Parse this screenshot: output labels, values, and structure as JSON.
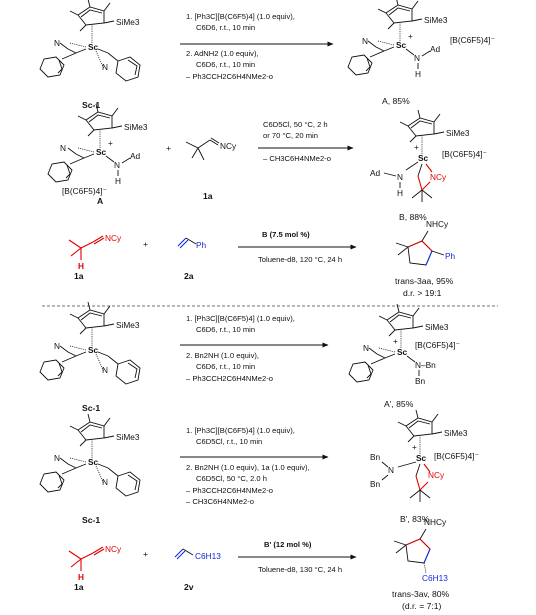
{
  "sc1": {
    "label": "Sc-1",
    "sime3": "SiMe3",
    "sc": "Sc",
    "n": "N"
  },
  "rxn1": {
    "cond1": "1. [Ph3C][B(C6F5)4] (1.0 equiv),",
    "cond1b": "C6D6, r.t., 10 min",
    "cond2": "2. AdNH2 (1.0 equiv),",
    "cond2b": "C6D6, r.t., 10 min",
    "cond3": "– Ph3CCH2C6H4NMe2-o",
    "anion": "[B(C6F5)4]⁻",
    "nh": "N",
    "h": "H",
    "ad": "Ad",
    "product": "A, 85%"
  },
  "rxn2": {
    "reactantA": "A",
    "plus": "+",
    "reagent": "NCy",
    "reagent_label": "1a",
    "cond1": "C6D5Cl, 50 °C, 2 h",
    "cond2": "or 70 °C, 20 min",
    "cond3": "– CH3C6H4NMe2-o",
    "ad": "Ad",
    "n": "N",
    "h": "H",
    "ncy": "NCy",
    "anion": "[B(C6F5)4]⁻",
    "product": "B, 88%"
  },
  "rxn3": {
    "ncy": "NCy",
    "h": "H",
    "label1a": "1a",
    "plus": "+",
    "ph": "Ph",
    "label2a": "2a",
    "cond1": "B (7.5 mol %)",
    "cond2": "Toluene-d8, 120 °C, 24 h",
    "nhcy": "NHCy",
    "ph_prod": "Ph",
    "product": "trans-3aa, 95%",
    "dr": "d.r. > 19:1"
  },
  "rxn4": {
    "cond1": "1. [Ph3C][B(C6F5)4] (1.0 equiv),",
    "cond1b": "C6D6, r.t., 10 min",
    "cond2": "2. Bn2NH (1.0 equiv),",
    "cond2b": "C6D6, r.t., 10 min",
    "cond3": "– Ph3CCH2C6H4NMe2-o",
    "label": "Sc-1",
    "nbn": "N–Bn",
    "bn": "Bn",
    "anion": "[B(C6F5)4]⁻",
    "product": "A', 85%"
  },
  "rxn5": {
    "cond1": "1. [Ph3C][B(C6F5)4] (1.0 equiv),",
    "cond1b": "C6D5Cl, r.t., 10 min",
    "cond2": "2. Bn2NH (1.0 equiv), 1a (1.0 equiv),",
    "cond2b": "C6D5Cl, 50 °C, 2.0 h",
    "cond3": "– Ph3CCH2C6H4NMe2-o",
    "cond4": "– CH3C6H4NMe2-o",
    "label": "Sc-1",
    "bn1": "Bn",
    "bn2": "Bn",
    "n": "N",
    "ncy": "NCy",
    "anion": "[B(C6F5)4]⁻",
    "product": "B', 83%"
  },
  "rxn6": {
    "ncy": "NCy",
    "h": "H",
    "label1a": "1a",
    "plus": "+",
    "c6h13": "C6H13",
    "label2v": "2v",
    "cond1": "B' (12 mol %)",
    "cond2": "Toluene-d8, 130 °C, 24 h",
    "nhcy": "NHCy",
    "c6h13_prod": "C6H13",
    "product": "trans-3av, 80%",
    "dr": "(d.r. = 7:1)"
  },
  "colors": {
    "red": "#e00000",
    "blue": "#1428d8",
    "black": "#111111"
  }
}
